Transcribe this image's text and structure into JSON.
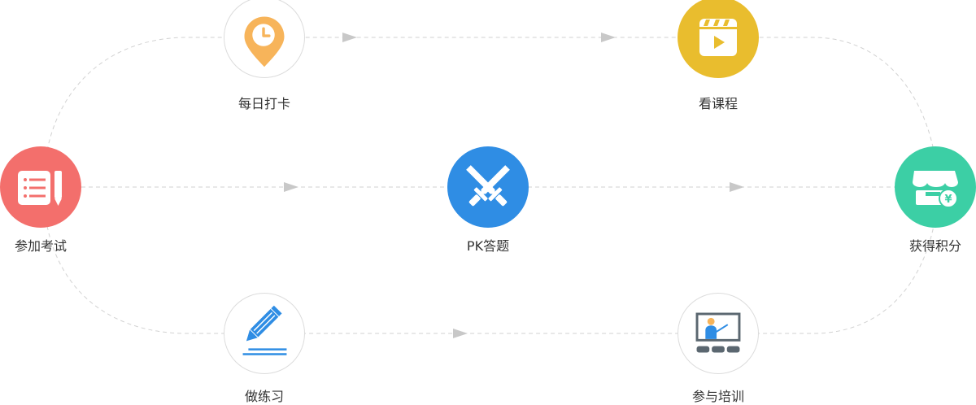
{
  "colors": {
    "connector": "#cfcfcf",
    "arrow": "#c8c8c8",
    "exam": "#f36f6c",
    "pk": "#2f8de4",
    "course": "#e9bd2e",
    "points": "#3ccfa5",
    "checkin": "#f7b45a",
    "practice": "#2f8de4"
  },
  "nodes": {
    "exam": {
      "label": "参加考试",
      "icon": "notepad-list-icon"
    },
    "checkin": {
      "label": "每日打卡",
      "icon": "clock-location-pin-icon"
    },
    "practice": {
      "label": "做练习",
      "icon": "pencil-writing-icon"
    },
    "pk": {
      "label": "PK答题",
      "icon": "crossed-swords-icon"
    },
    "course": {
      "label": "看课程",
      "icon": "video-clapperboard-icon"
    },
    "training": {
      "label": "参与培训",
      "icon": "teacher-whiteboard-icon"
    },
    "points": {
      "label": "获得积分",
      "icon": "yuan-store-icon"
    }
  }
}
